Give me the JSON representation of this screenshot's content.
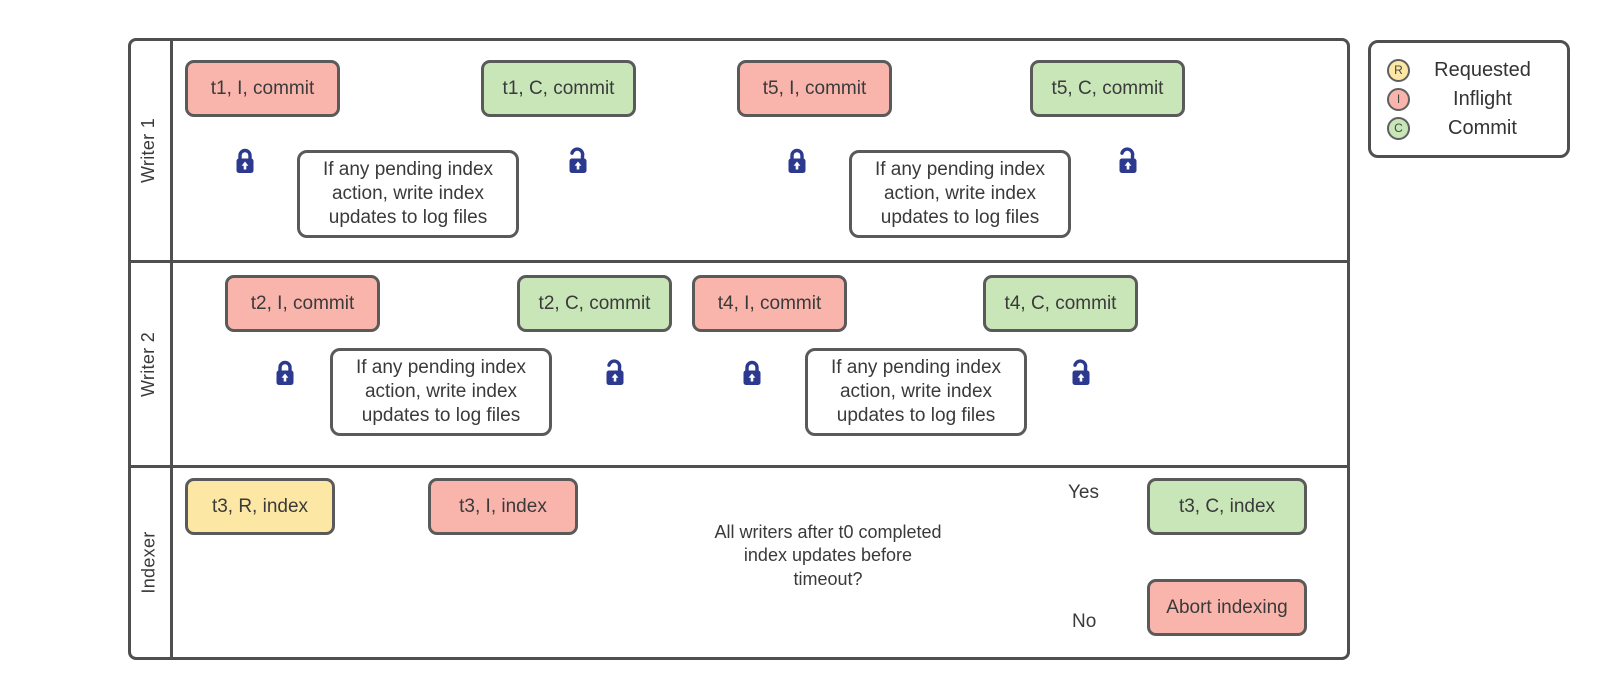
{
  "colors": {
    "requested_fill": "#FCE8A4",
    "inflight_fill": "#F9B4AC",
    "commit_fill": "#C9E6B8",
    "stroke": "#5A5A5A",
    "connector": "#5F5F5F",
    "frame": "#4F4F4F",
    "lock": "#2B3A8E",
    "text": "#3A3A3A"
  },
  "legend": {
    "items": [
      {
        "key": "R",
        "label": "Requested",
        "state": "requested"
      },
      {
        "key": "I",
        "label": "Inflight",
        "state": "inflight"
      },
      {
        "key": "C",
        "label": "Commit",
        "state": "commit"
      }
    ]
  },
  "lanes": [
    {
      "label": "Writer 1",
      "flows": [
        {
          "start": "t1, I, commit",
          "action": "If any pending index action, write index updates to log files",
          "end": "t1, C, commit"
        },
        {
          "start": "t5, I, commit",
          "action": "If any pending index action, write index updates to log files",
          "end": "t5, C, commit"
        }
      ]
    },
    {
      "label": "Writer 2",
      "flows": [
        {
          "start": "t2, I, commit",
          "action": "If any pending index action, write index updates to log files",
          "end": "t2, C, commit"
        },
        {
          "start": "t4, I, commit",
          "action": "If any pending index action, write index updates to log files",
          "end": "t4, C, commit"
        }
      ]
    },
    {
      "label": "Indexer",
      "requested": "t3, R, index",
      "inflight": "t3, I, index",
      "decision": "All writers after t0 completed index updates before timeout?",
      "yes_label": "Yes",
      "no_label": "No",
      "commit": "t3, C, index",
      "abort": "Abort indexing"
    }
  ]
}
